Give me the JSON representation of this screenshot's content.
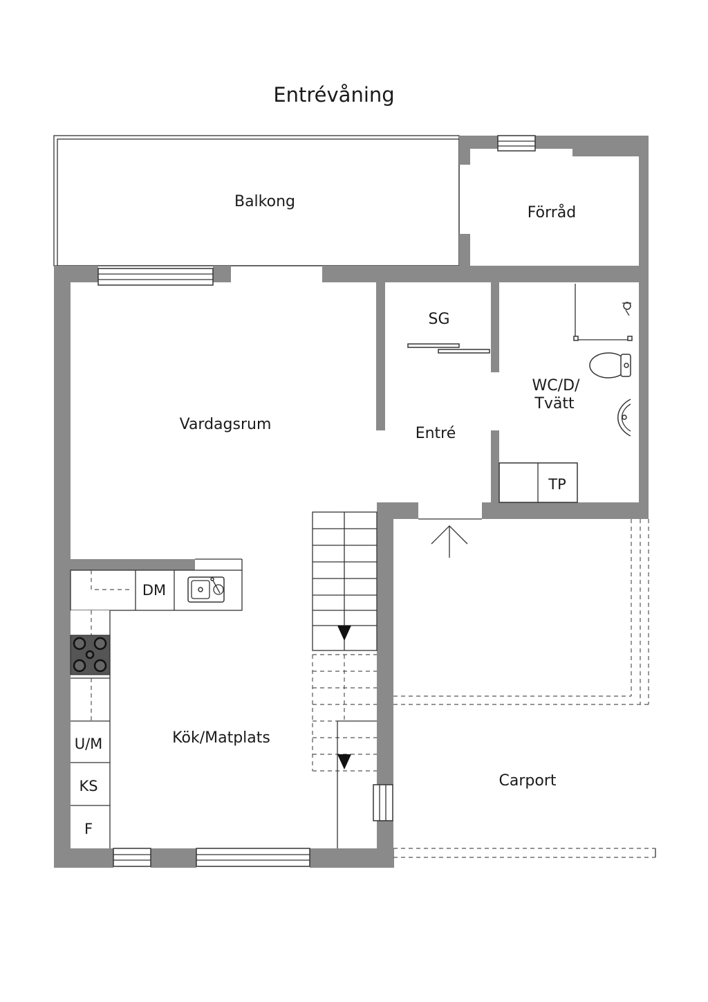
{
  "title": "Entrévåning",
  "rooms": {
    "balkong": "Balkong",
    "forrad": "Förråd",
    "sg": "SG",
    "wc_line1": "WC/D/",
    "wc_line2": "Tvätt",
    "vardagsrum": "Vardagsrum",
    "entre": "Entré",
    "tp": "TP",
    "dm": "DM",
    "kok": "Kök/Matplats",
    "um": "U/M",
    "ks": "KS",
    "f": "F",
    "carport": "Carport"
  },
  "colors": {
    "wall": "#8a8a8a",
    "line": "#333333",
    "background": "#ffffff"
  }
}
